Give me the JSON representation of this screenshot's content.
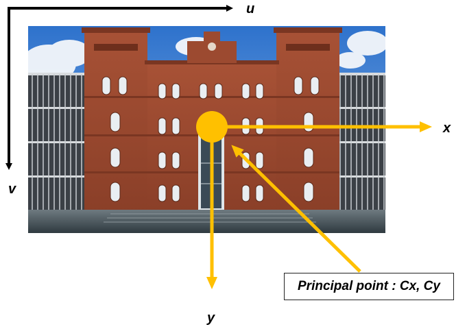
{
  "axes": {
    "u_label": "u",
    "v_label": "v",
    "x_label": "x",
    "y_label": "y"
  },
  "principal_point": {
    "label": "Principal point : Cx, Cy"
  },
  "colors": {
    "image_axes": "#000000",
    "camera_axes": "#ffc000",
    "brick": "#9c4a30",
    "sky": "#3a7ed6"
  },
  "photo": {
    "subject": "red-brick-building"
  }
}
